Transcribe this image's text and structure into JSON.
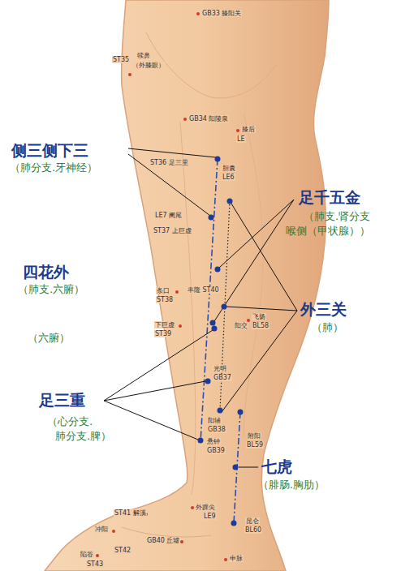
{
  "diagram": {
    "labels": [
      "侧三侧下三",
      "（肺分支.牙神经）",
      "足千五金",
      "（肺支.肾分支",
      "喉侧（甲状腺））",
      "四花外",
      "（肺支.六腑）",
      "（六腑）",
      "外三关",
      "（肺）",
      "足三重",
      "（心分支.",
      "肺分支.脾）",
      "七虎",
      "（腓肠.胸肋）",
      "GB33 膝阳关",
      "ST35",
      "犊鼻",
      "（外膝眼）",
      "GB34 阳陵泉",
      "膝后",
      "LE",
      "ST36 足三里",
      "胆囊",
      "LE6",
      "LE7 阑尾",
      "ST37 上巨虚",
      "条口",
      "ST38",
      "丰隆 ST40",
      "下巨虚",
      "ST39",
      "阳交",
      "飞扬",
      "BL58",
      "光明",
      "GB37",
      "阳辅",
      "GB38",
      "悬钟",
      "GB39",
      "附阳",
      "BL59",
      "外踝尖",
      "LE9",
      "昆仑",
      "BL60",
      "ST41 解溪",
      "冲阳",
      "GB40 丘墟",
      "ST42",
      "陷谷",
      "ST43",
      "申脉"
    ]
  }
}
